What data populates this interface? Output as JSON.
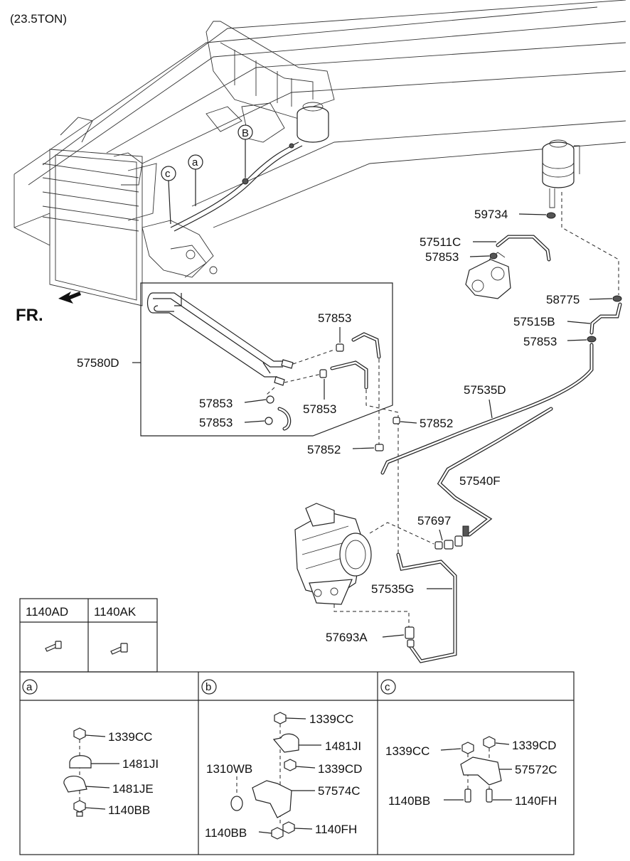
{
  "header": {
    "variant": "(23.5TON)"
  },
  "direction_label": "FR.",
  "callouts": {
    "a": "a",
    "b": "B",
    "c": "c"
  },
  "parts": {
    "p57580D": "57580D",
    "p57853_box_top": "57853",
    "p57853_box_left1": "57853",
    "p57853_box_mid": "57853",
    "p57853_box_left2": "57853",
    "p57852_right": "57852",
    "p57852_left": "57852",
    "p59734": "59734",
    "p57511C": "57511C",
    "p57853_pump": "57853",
    "p58775": "58775",
    "p57515B": "57515B",
    "p57853_right": "57853",
    "p57535D": "57535D",
    "p57540F": "57540F",
    "p57697": "57697",
    "p57535G": "57535G",
    "p57693A": "57693A"
  },
  "bolt_table": {
    "col1": "1140AD",
    "col2": "1140AK"
  },
  "detail_a": {
    "tag": "a",
    "items": [
      "1339CC",
      "1481JI",
      "1481JE",
      "1140BB"
    ]
  },
  "detail_b": {
    "tag": "b",
    "items": [
      "1339CC",
      "1481JI",
      "1310WB",
      "1339CD",
      "57574C",
      "1140BB",
      "1140FH"
    ]
  },
  "detail_c": {
    "tag": "c",
    "items": [
      "1339CC",
      "1339CD",
      "57572C",
      "1140BB",
      "1140FH"
    ]
  }
}
